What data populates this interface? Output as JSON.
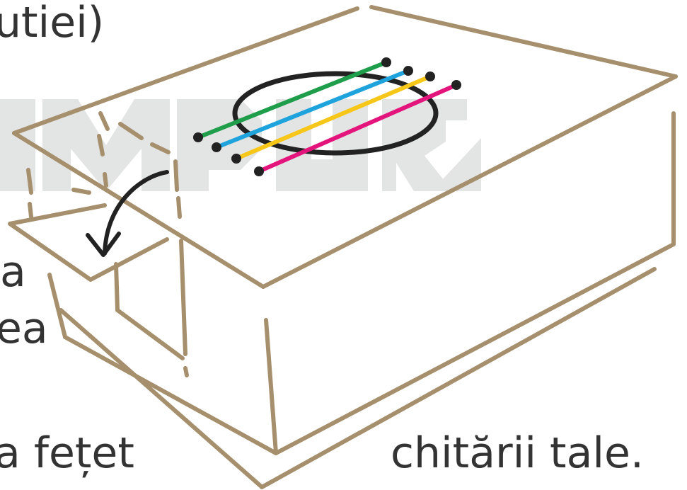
{
  "text_fragments": {
    "top": "utiei)",
    "left_a": "a",
    "left_ea": "ea",
    "bottom_left": "a fețet",
    "bottom_right": "chitării tale."
  },
  "colors": {
    "box_outline": "#a68f6c",
    "text": "#333333",
    "watermark": "#e3e4e4",
    "ellipse": "#222222",
    "arrow": "#222222",
    "string_green": "#1e9e4a",
    "string_blue": "#1fa3dc",
    "string_yellow": "#f6c619",
    "string_magenta": "#e3157c"
  },
  "icons": [
    "curved-arrow-icon",
    "sound-hole-ellipse"
  ]
}
